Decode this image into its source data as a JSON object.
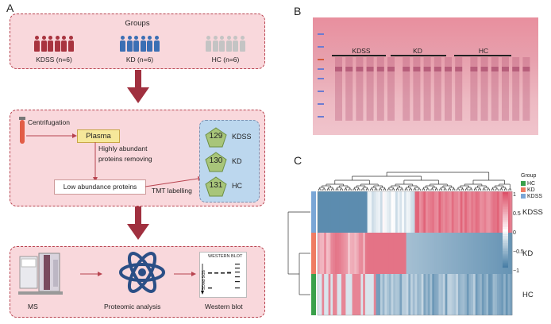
{
  "panels": {
    "a": "A",
    "b": "B",
    "c": "C"
  },
  "groups": {
    "title": "Groups",
    "items": [
      {
        "label": "KDSS (n=6)",
        "color": "#a8343f"
      },
      {
        "label": "KD (n=6)",
        "color": "#3b6fb4"
      },
      {
        "label": "HC (n=6)",
        "color": "#c4c4c4"
      }
    ]
  },
  "workflow": {
    "centrifugation": "Centrifugation",
    "plasma": "Plasma",
    "removing": "Highly abundant\nproteins removing",
    "low_abundance": "Low abundance proteins",
    "tmt": "TMT labelling",
    "labels": [
      {
        "num": "129",
        "group": "KDSS"
      },
      {
        "num": "130",
        "group": "KD"
      },
      {
        "num": "131",
        "group": "HC"
      }
    ]
  },
  "analysis": {
    "ms": "MS",
    "proteomic": "Proteomic analysis",
    "western": "Western blot",
    "western_title": "WESTERN BLOT",
    "sds_page": "SDS PAGE"
  },
  "blot": {
    "groups": [
      "KDSS",
      "KD",
      "HC"
    ]
  },
  "heatmap": {
    "rows": [
      "KDSS",
      "KD",
      "HC"
    ],
    "legend_title": "Group",
    "legend_items": [
      {
        "label": "HC",
        "color": "#3aa04a"
      },
      {
        "label": "KD",
        "color": "#ef7b62"
      },
      {
        "label": "KDSS",
        "color": "#7aa6d6"
      }
    ],
    "scale_ticks": [
      "1",
      "0.5",
      "0",
      "−0.5",
      "−1"
    ],
    "colors": {
      "high": "#dd5068",
      "mid": "#ffffff",
      "low": "#3f78a1"
    }
  }
}
